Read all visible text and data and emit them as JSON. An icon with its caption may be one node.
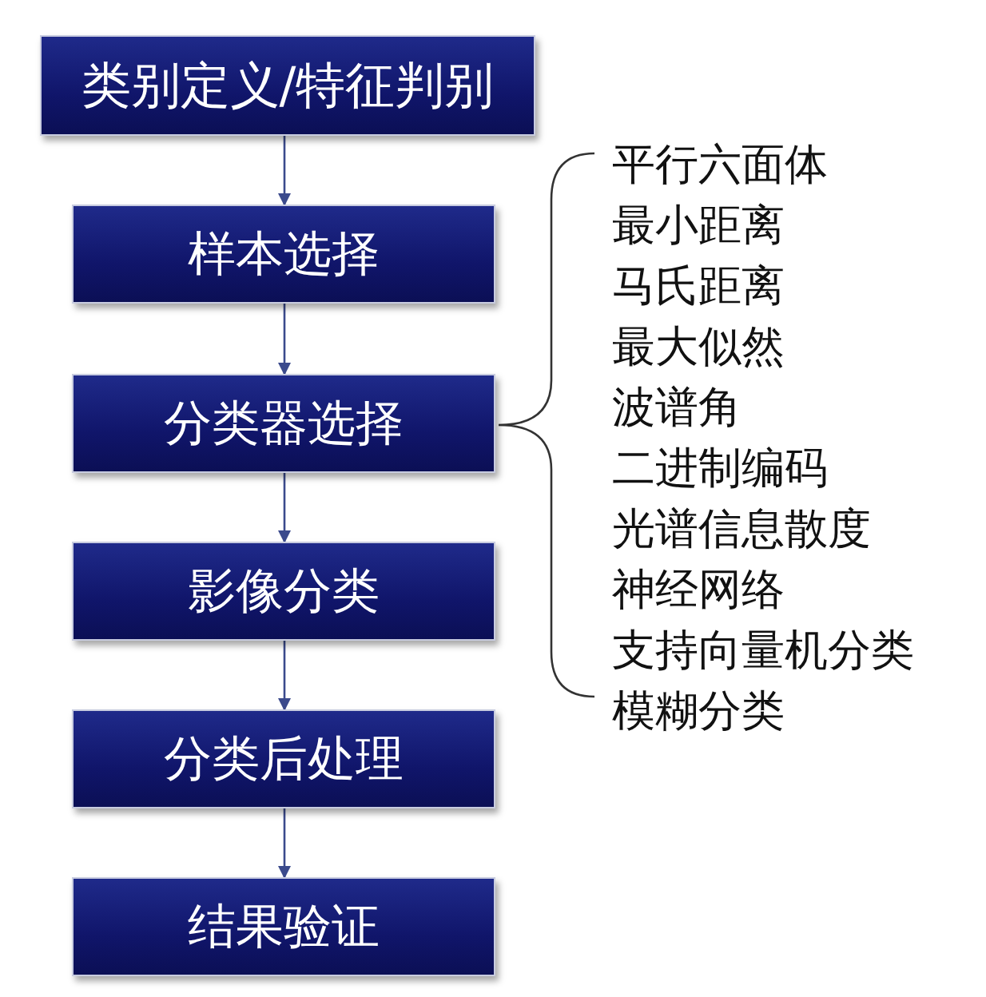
{
  "diagram": {
    "nodes": [
      {
        "text": [
          "类别定义/特征判别"
        ]
      },
      {
        "text": [
          "样本选择"
        ]
      },
      {
        "text": [
          "分类器选择"
        ]
      },
      {
        "text": [
          "影像分类"
        ]
      },
      {
        "text": [
          "分类后处理"
        ]
      },
      {
        "text": [
          "结果验证"
        ]
      }
    ],
    "edges": [
      {
        "from": 0,
        "to": 1,
        "arrow": "to"
      },
      {
        "from": 1,
        "to": 2,
        "arrow": "to"
      },
      {
        "from": 2,
        "to": 3,
        "arrow": "to"
      },
      {
        "from": 3,
        "to": 4,
        "arrow": "to"
      },
      {
        "from": 4,
        "to": 5,
        "arrow": "to"
      }
    ],
    "labels": [
      "平行六面体",
      "最小距离",
      "马氏距离",
      "最大似然",
      "波谱角",
      "二进制编码",
      "光谱信息散度",
      "神经网络",
      "支持向量机分类",
      "模糊分类"
    ]
  }
}
